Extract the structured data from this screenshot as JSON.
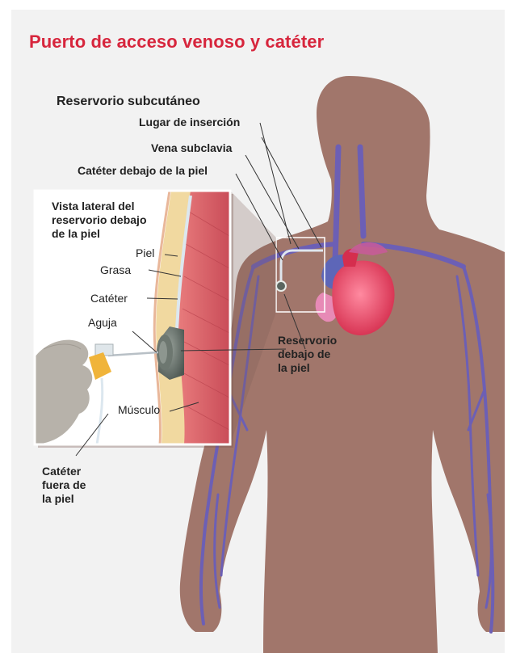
{
  "title": "Puerto de acceso venoso y catéter",
  "labels": {
    "reservorio_subcutaneo": "Reservorio subcutáneo",
    "lugar_insercion": "Lugar de inserción",
    "vena_subclavia": "Vena subclavia",
    "cateter_debajo_piel": "Catéter debajo de la piel",
    "reservorio_debajo_piel": [
      "Reservorio",
      "debajo de",
      "la piel"
    ],
    "cateter_fuera_piel": [
      "Catéter",
      "fuera de",
      "la piel"
    ]
  },
  "inset": {
    "title_lines": [
      "Vista lateral del",
      "reservorio debajo",
      "de la piel"
    ],
    "piel": "Piel",
    "grasa": "Grasa",
    "cateter": "Catéter",
    "aguja": "Aguja",
    "musculo": "Músculo"
  },
  "colors": {
    "title": "#d7263d",
    "body": "#a1766b",
    "veins": "#6c5fb5",
    "heart": "#e5415f",
    "muscle": "#d9646a",
    "fat": "#f1d9a0",
    "background": "#f2f2f2"
  }
}
